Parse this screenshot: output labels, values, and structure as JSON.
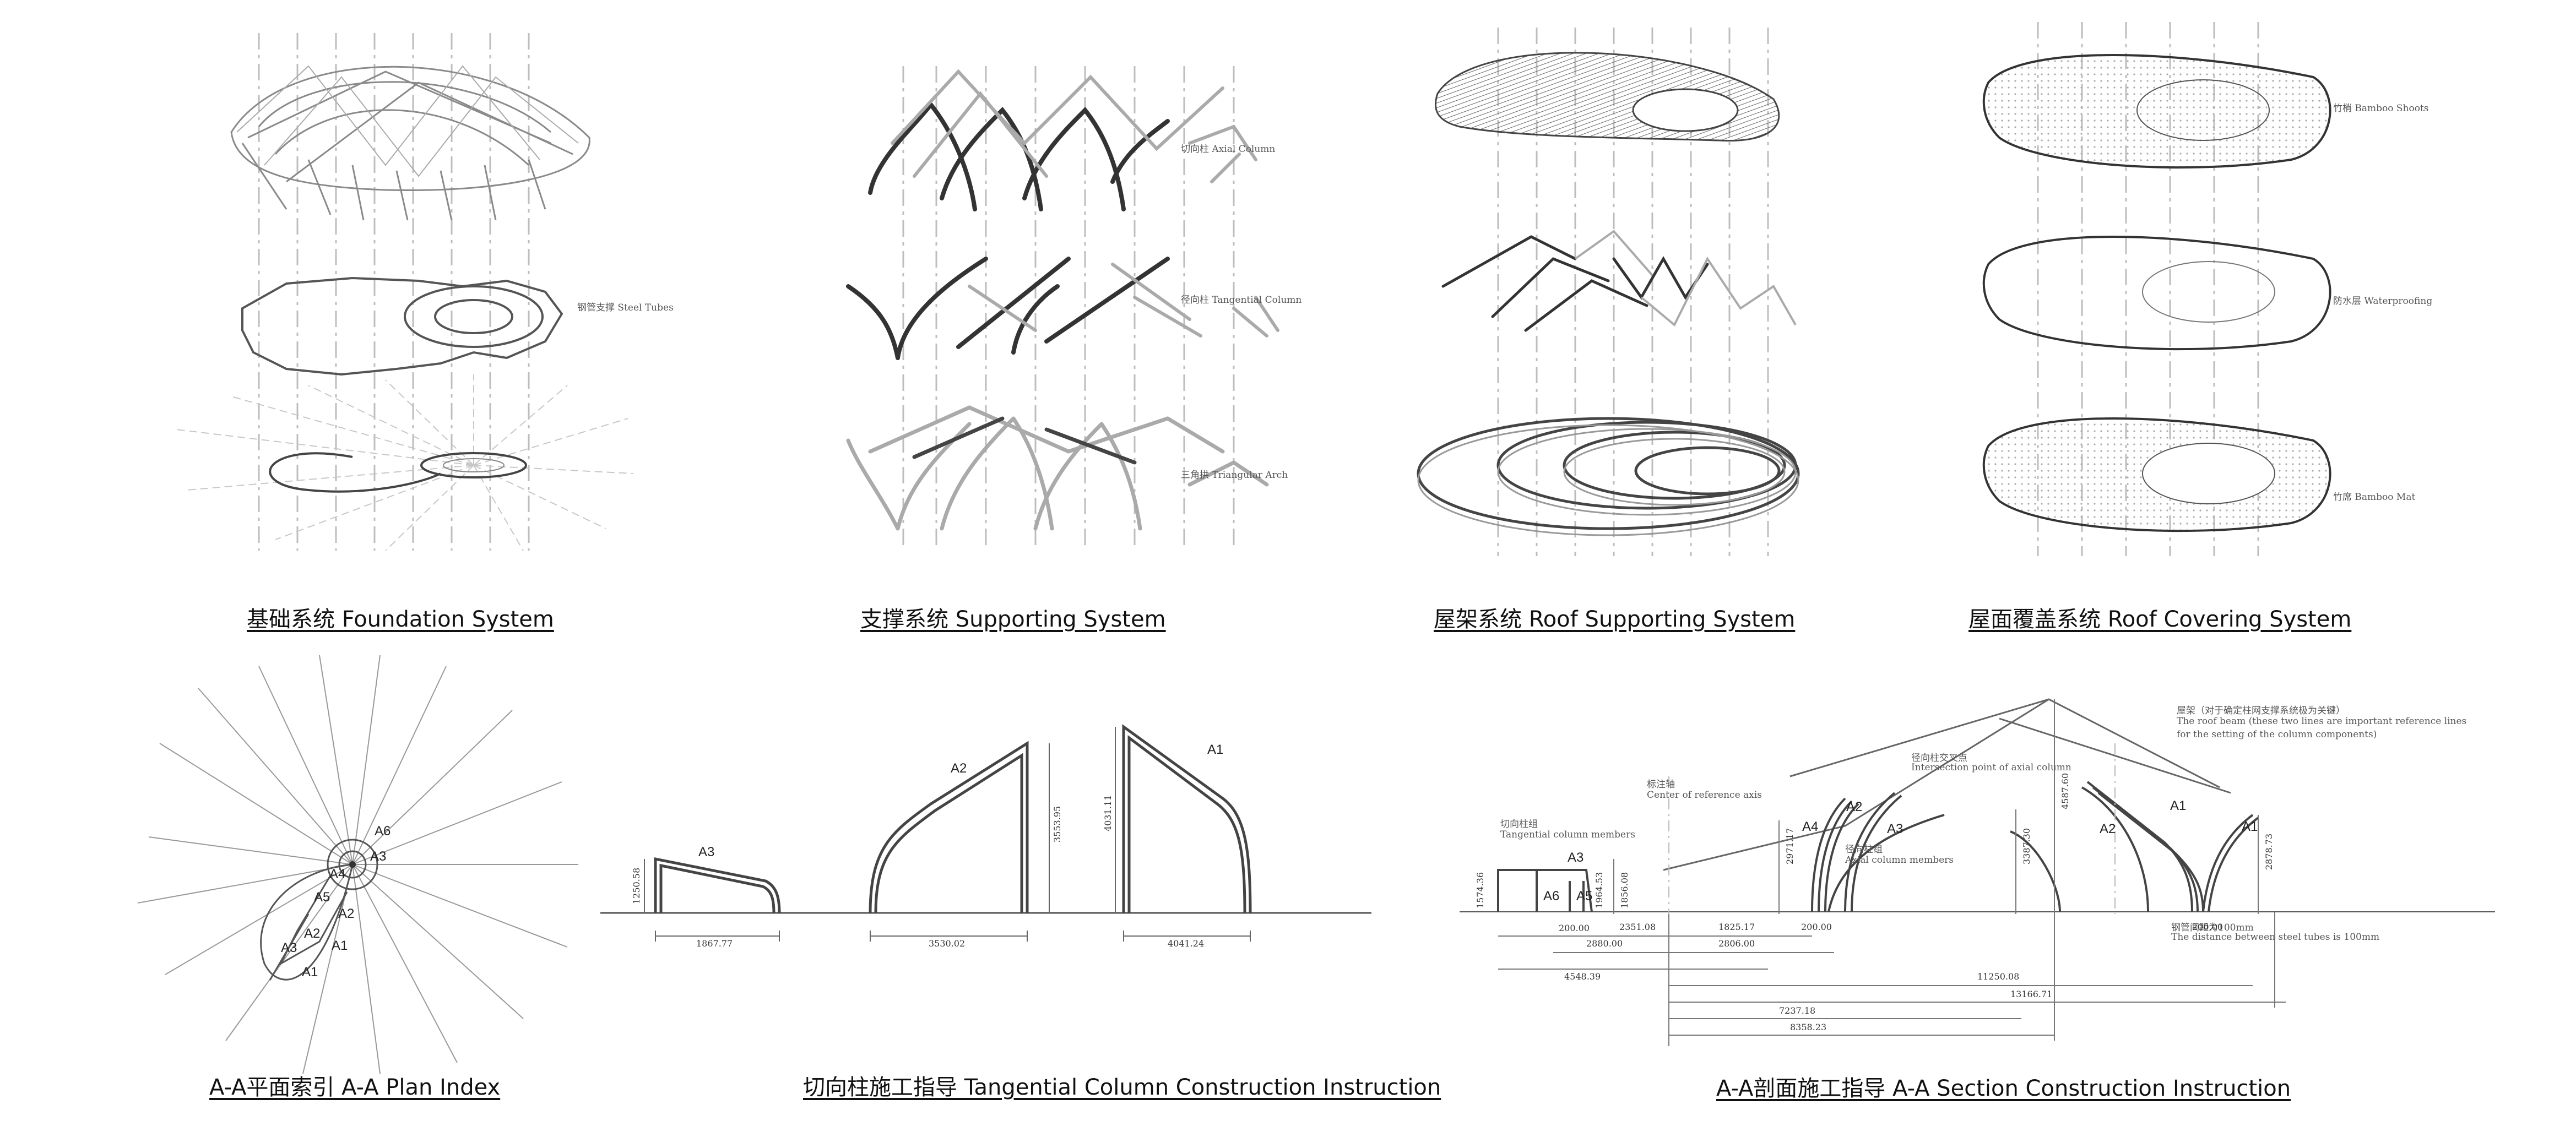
{
  "captions": {
    "foundation": "基础系统 Foundation System",
    "supporting": "支撑系统 Supporting System",
    "roof_supporting": "屋架系统 Roof Supporting System",
    "roof_covering": "屋面覆盖系统 Roof Covering System",
    "plan_index": "A-A平面索引 A-A Plan Index",
    "tangential": "切向柱施工指导 Tangential Column Construction Instruction",
    "section": "A-A剖面施工指导 A-A Section Construction Instruction"
  },
  "foundation": {
    "steel_tubes": "钢管支撑 Steel Tubes"
  },
  "supporting": {
    "axial_column": "切向柱 Axial Column",
    "tangential_column": "径向柱 Tangential Column",
    "triangular_arch": "三角拱 Triangular Arch"
  },
  "roof_covering": {
    "bamboo_shoots": "竹梢 Bamboo Shoots",
    "waterproofing": "防水层 Waterproofing",
    "bamboo_mat": "竹席 Bamboo Mat"
  },
  "plan": {
    "labels": [
      "A6",
      "A3",
      "A4",
      "A5",
      "A2",
      "A2",
      "A3",
      "A1",
      "A1"
    ]
  },
  "tangential": {
    "labels": {
      "a3": "A3",
      "a2": "A2",
      "a1": "A1"
    },
    "dims": {
      "a3_height": "1250.58",
      "a3_width": "1867.77",
      "a2_height": "3553.95",
      "a2_width": "3530.02",
      "a1_height": "4031.11",
      "a1_width": "4041.24"
    }
  },
  "section": {
    "roof_beam_cn": "屋架（对于确定柱网支撑系统极为关键）",
    "roof_beam_en1": "The roof beam (these two lines are important reference lines",
    "roof_beam_en2": "for the setting of the column components)",
    "intersection_cn": "径向柱交叉点",
    "intersection_en": "Intersection point of axial column",
    "ref_axis_cn": "标注轴",
    "ref_axis_en": "Center of reference axis",
    "tangential_members_cn": "切向柱组",
    "tangential_members_en": "Tangential column members",
    "axial_members_cn": "径向柱组",
    "axial_members_en": "Axial column members",
    "spacing_cn": "钢管间距为100mm",
    "spacing_en": "The distance between steel tubes is 100mm",
    "labels": {
      "a4": "A4",
      "a2_left": "A2",
      "a3": "A3",
      "a1_mid": "A1",
      "a2_right": "A2",
      "a1_right": "A1",
      "a3_small": "A3",
      "a6": "A6",
      "a5": "A5"
    },
    "dims": {
      "d1": "1574.36",
      "d2": "200.00",
      "d3": "1964.53",
      "d4": "2351.08",
      "d5": "2880.00",
      "d6": "1825.17",
      "d7": "2806.00",
      "d8": "4548.39",
      "d9": "11250.08",
      "d10": "13166.71",
      "d11": "7237.18",
      "d12": "8358.23",
      "h1": "1856.08",
      "h2": "2971.17",
      "h3": "3387.30",
      "h4": "4587.60",
      "h5": "2878.73",
      "m1": "200.00",
      "m2": "200.00"
    }
  }
}
